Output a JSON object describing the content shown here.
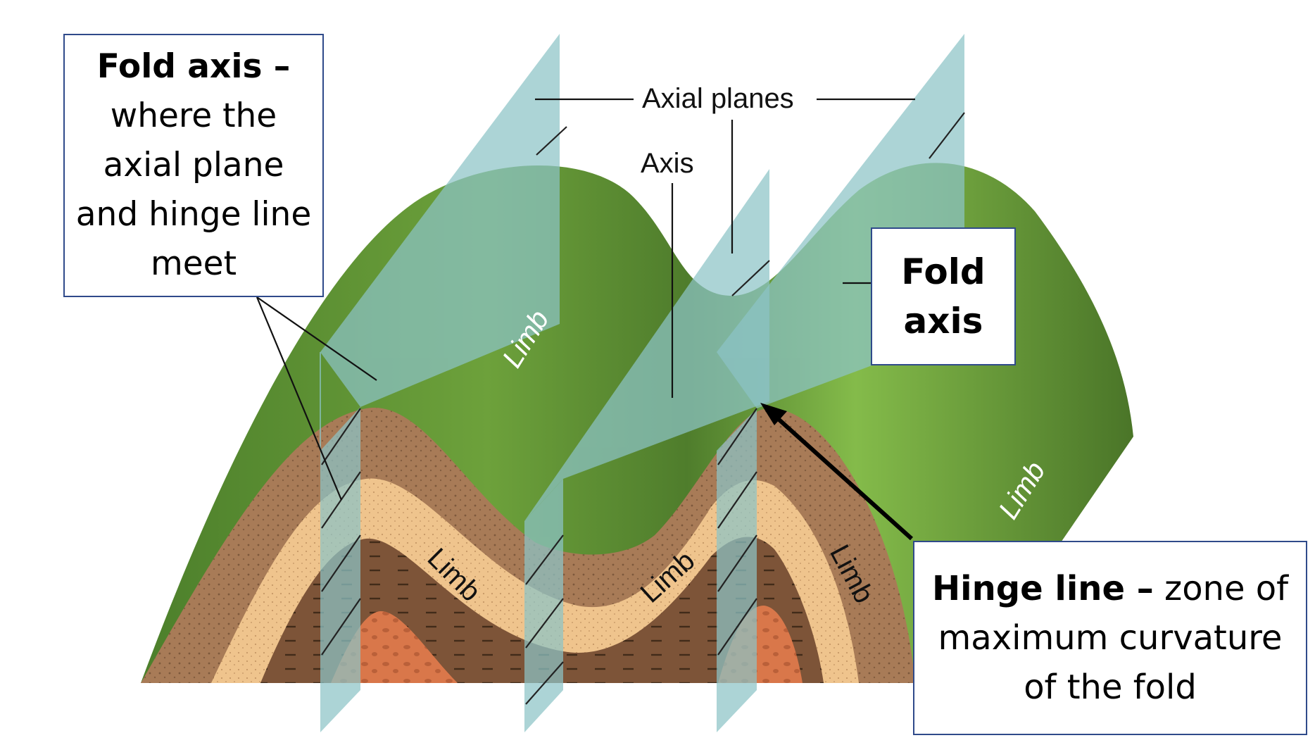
{
  "labels": {
    "axial_planes": "Axial planes",
    "axis": "Axis",
    "limb": "Limb"
  },
  "callouts": {
    "fold_axis_left": {
      "heading": "Fold axis –",
      "lines": [
        "where the",
        "axial plane",
        "and hinge line",
        "meet"
      ]
    },
    "fold_axis_right": {
      "lines": [
        "Fold",
        "axis"
      ]
    },
    "hinge_line": {
      "heading": "Hinge line –",
      "line1_rest": " zone of",
      "line2": "maximum curvature",
      "line3": "of the fold"
    }
  },
  "colors": {
    "surface_green": "#5e8f33",
    "surface_light": "#7fb547",
    "surface_dark": "#476f28",
    "layer_brown": "#a87b57",
    "layer_tan": "#efc48d",
    "layer_dark_brown": "#7d5438",
    "core_orange": "#d9774a",
    "axial_plane": "#8cc3c6",
    "box_border": "#2f4a8a"
  }
}
